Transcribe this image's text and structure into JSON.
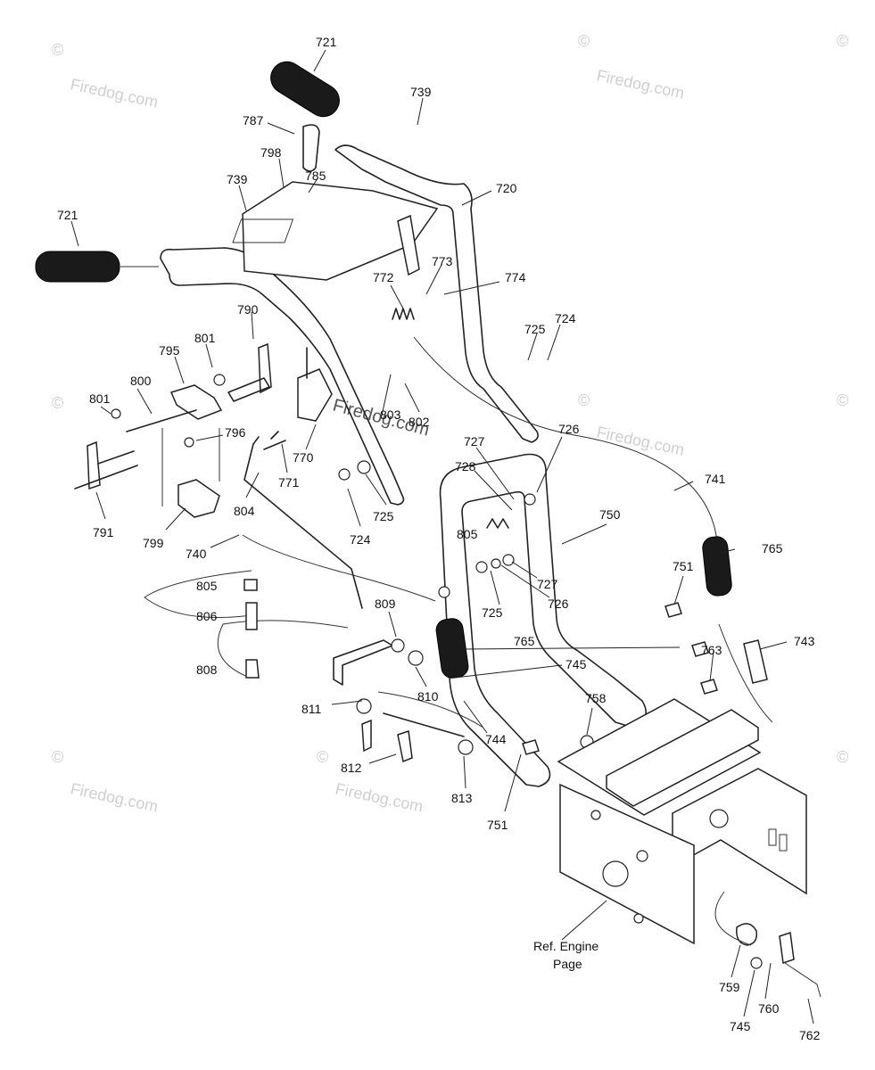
{
  "watermark": "Firedog.com",
  "watermark_mark": "©",
  "ref_text": [
    "Ref. Engine",
    "Page"
  ],
  "callouts": [
    "721",
    "739",
    "787",
    "798",
    "785",
    "720",
    "739",
    "721",
    "773",
    "774",
    "772",
    "790",
    "801",
    "795",
    "800",
    "801",
    "796",
    "725",
    "724",
    "803",
    "802",
    "727",
    "726",
    "728",
    "741",
    "770",
    "771",
    "725",
    "724",
    "791",
    "799",
    "804",
    "740",
    "750",
    "765",
    "805",
    "751",
    "806",
    "809",
    "727",
    "805",
    "725",
    "726",
    "765",
    "743",
    "808",
    "745",
    "763",
    "810",
    "758",
    "811",
    "744",
    "812",
    "813",
    "751",
    "759",
    "760",
    "745",
    "762"
  ]
}
